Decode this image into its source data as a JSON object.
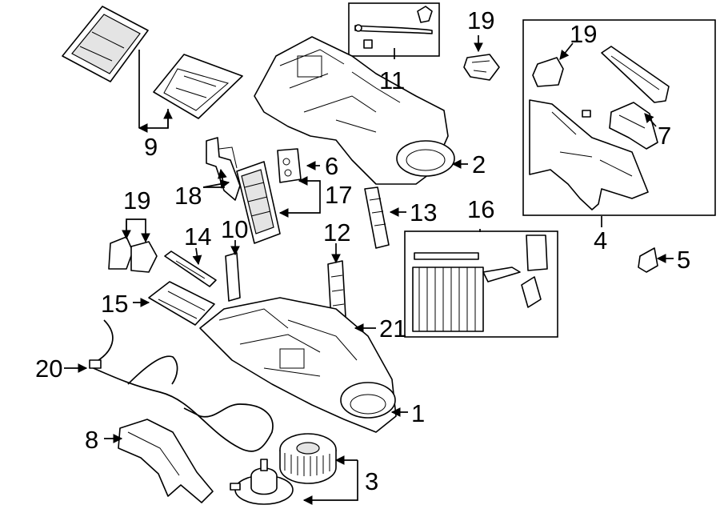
{
  "callouts": [
    {
      "id": "c1",
      "label": "1"
    },
    {
      "id": "c2",
      "label": "2"
    },
    {
      "id": "c3",
      "label": "3"
    },
    {
      "id": "c4",
      "label": "4"
    },
    {
      "id": "c5",
      "label": "5"
    },
    {
      "id": "c6",
      "label": "6"
    },
    {
      "id": "c7",
      "label": "7"
    },
    {
      "id": "c8",
      "label": "8"
    },
    {
      "id": "c9",
      "label": "9"
    },
    {
      "id": "c10",
      "label": "10"
    },
    {
      "id": "c11",
      "label": "11"
    },
    {
      "id": "c12",
      "label": "12"
    },
    {
      "id": "c13",
      "label": "13"
    },
    {
      "id": "c14",
      "label": "14"
    },
    {
      "id": "c15",
      "label": "15"
    },
    {
      "id": "c16",
      "label": "16"
    },
    {
      "id": "c17",
      "label": "17"
    },
    {
      "id": "c18",
      "label": "18"
    },
    {
      "id": "c19a",
      "label": "19"
    },
    {
      "id": "c19b",
      "label": "19"
    },
    {
      "id": "c19c",
      "label": "19"
    },
    {
      "id": "c20",
      "label": "20"
    },
    {
      "id": "c21",
      "label": "21"
    }
  ],
  "colors": {
    "line": "#000000",
    "background": "#ffffff"
  }
}
